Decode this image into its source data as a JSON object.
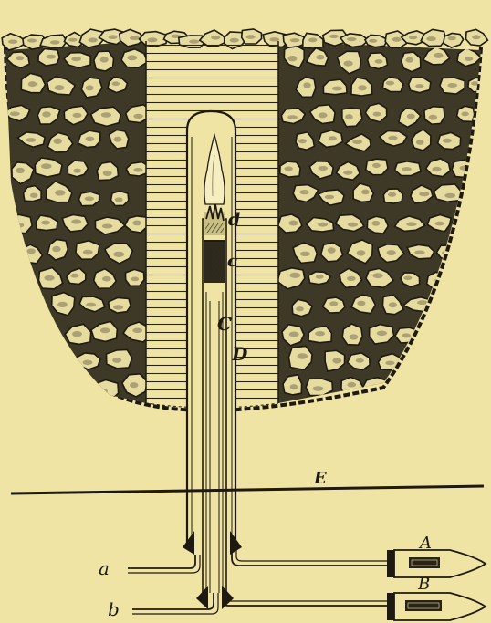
{
  "labels": {
    "d": "d",
    "c": "c",
    "C": "C",
    "D": "D",
    "E": "E",
    "a": "a",
    "A": "A",
    "b": "b",
    "B": "B"
  },
  "colors": {
    "paper": "#efe4a4",
    "ink": "#1e1a12",
    "stone_fill": "#e6dca0",
    "stone_dark": "#4a4430"
  }
}
